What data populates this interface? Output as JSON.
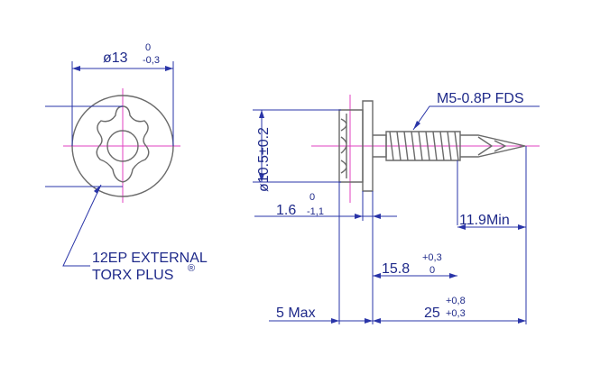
{
  "views": {
    "end_view": {
      "diameter_main": "ø13",
      "diameter_tol_upper": "0",
      "diameter_tol_lower": "-0,3",
      "drive_label_line1": "12EP EXTERNAL",
      "drive_label_line2": "TORX PLUS",
      "registered_mark": "®"
    },
    "side_view": {
      "head_diameter": "ø10.5±0.2",
      "thread_callout": "M5-0.8P FDS",
      "flange_main": "1.6",
      "flange_tol_upper": "0",
      "flange_tol_lower": "-1,1",
      "thread_min": "11.9Min",
      "length_158_main": "15.8",
      "length_158_tol_upper": "+0,3",
      "length_158_tol_lower": "0",
      "head_max": "5 Max",
      "length_25_main": "25",
      "length_25_tol_upper": "+0,8",
      "length_25_tol_lower": "+0,3"
    }
  },
  "colors": {
    "dimension": "#2a35a8",
    "centerline": "#e040c0",
    "part_outline": "#6a6a6a"
  }
}
